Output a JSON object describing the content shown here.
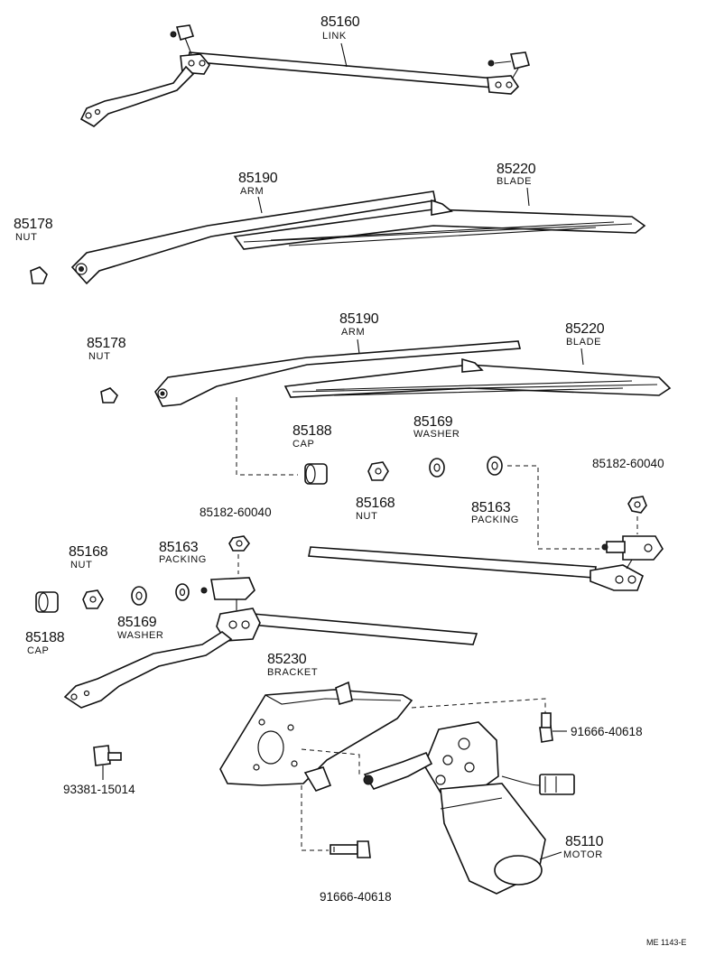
{
  "diagram_ref": "ME 1143-E",
  "labels": {
    "link": {
      "number": "85160",
      "name": "LINK"
    },
    "arm_top": {
      "number": "85190",
      "name": "ARM"
    },
    "blade_top": {
      "number": "85220",
      "name": "BLADE"
    },
    "nut_top": {
      "number": "85178",
      "name": "NUT"
    },
    "nut_mid": {
      "number": "85178",
      "name": "NUT"
    },
    "arm_mid": {
      "number": "85190",
      "name": "ARM"
    },
    "blade_mid": {
      "number": "85220",
      "name": "BLADE"
    },
    "cap_right": {
      "number": "85188",
      "name": "CAP"
    },
    "washer_right": {
      "number": "85169",
      "name": "WASHER"
    },
    "nut_right": {
      "number": "85168",
      "name": "NUT"
    },
    "packing_right": {
      "number": "85163",
      "name": "PACKING"
    },
    "pivot_nut_right": {
      "number": "85182-60040"
    },
    "pivot_nut_left": {
      "number": "85182-60040"
    },
    "nut_left": {
      "number": "85168",
      "name": "NUT"
    },
    "packing_left": {
      "number": "85163",
      "name": "PACKING"
    },
    "cap_left": {
      "number": "85188",
      "name": "CAP"
    },
    "washer_left": {
      "number": "85169",
      "name": "WASHER"
    },
    "bracket": {
      "number": "85230",
      "name": "BRACKET"
    },
    "bolt_right": {
      "number": "91666-40618"
    },
    "screw_left": {
      "number": "93381-15014"
    },
    "motor": {
      "number": "85110",
      "name": "MOTOR"
    },
    "bolt_bottom": {
      "number": "91666-40618"
    }
  }
}
